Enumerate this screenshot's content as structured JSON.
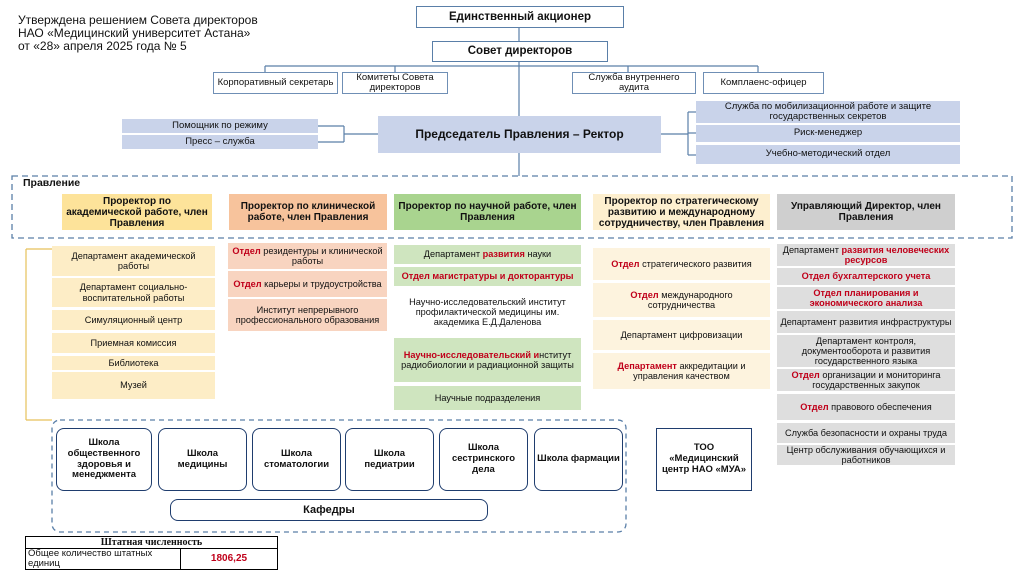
{
  "approval": {
    "line1": "Утверждена решением Совета директоров",
    "line2": "НАО «Медицинский университет Астана»",
    "line3": "от «28» апреля 2025 года № 5"
  },
  "top": {
    "shareholder": "Единственный акционер",
    "board": "Совет директоров"
  },
  "board_units": [
    "Корпоративный секретарь",
    "Комитеты Совета директоров",
    "Служба внутреннего аудита",
    "Комплаенс-офицер"
  ],
  "rector": "Председатель Правления – Ректор",
  "rector_left": [
    "Помощник по режиму",
    "Пресс – служба"
  ],
  "rector_right": [
    "Служба по мобилизационной работе и защите государственных секретов",
    "Риск-менеджер",
    "Учебно-методический отдел"
  ],
  "management_label": "Правление",
  "vice_rectors": [
    "Проректор по академической работе, член Правления",
    "Проректор по клинической работе, член Правления",
    "Проректор по научной работе, член Правления",
    "Проректор по стратегическому развитию и международному сотрудничеству, член Правления",
    "Управляющий Директор, член Правления"
  ],
  "col1": [
    "Департамент академической работы",
    "Департамент социально-воспитательной работы",
    "Симуляционный центр",
    "Приемная комиссия",
    "Библиотека",
    "Музей"
  ],
  "col2": [
    {
      "red": "Отдел",
      "rest": " резидентуры и клинической работы"
    },
    {
      "red": "Отдел",
      "rest": " карьеры и трудоустройства"
    },
    {
      "red": "",
      "rest": "Институт непрерывного профессионального образования"
    }
  ],
  "col3": [
    {
      "pre": "Департамент ",
      "red": "развития",
      "rest": " науки"
    },
    {
      "pre": "",
      "red": "Отдел магистратуры и докторантуры",
      "rest": ""
    },
    {
      "pre": "",
      "red": "",
      "rest": "Научно-исследовательский институт профилактической медицины им. академика Е.Д.Даленова"
    },
    {
      "pre": "",
      "red": "Научно-исследовательский и",
      "rest": "нститут радиобиологии и радиационной защиты"
    },
    {
      "pre": "",
      "red": "",
      "rest": "Научные подразделения"
    }
  ],
  "col4": [
    {
      "red": "Отдел",
      "rest": " стратегического развития"
    },
    {
      "red": "Отдел",
      "rest": " международного сотрудничества"
    },
    {
      "red": "",
      "rest": "Департамент цифровизации"
    },
    {
      "red": "Департамент",
      "rest": " аккредитации и управления качеством"
    }
  ],
  "col5": [
    {
      "pre": "Департамент ",
      "red": "развития человеческих ресурсов",
      "rest": ""
    },
    {
      "pre": "",
      "red": "Отдел бухгалтерского учета",
      "rest": ""
    },
    {
      "pre": "",
      "red": "Отдел планирования и экономического анализа",
      "rest": ""
    },
    {
      "pre": "",
      "red": "",
      "rest": "Департамент развития инфраструктуры"
    },
    {
      "pre": "",
      "red": "",
      "rest": "Департамент контроля, документооборота и развития государственного языка"
    },
    {
      "pre": "",
      "red": "Отдел",
      "rest": " организации и мониторинга государственных закупок"
    },
    {
      "pre": "",
      "red": "Отдел",
      "rest": " правового обеспечения"
    },
    {
      "pre": "",
      "red": "",
      "rest": "Служба безопасности и охраны труда"
    },
    {
      "pre": "",
      "red": "",
      "rest": "Центр обслуживания обучающихся и работников"
    }
  ],
  "schools": [
    "Школа общественного здоровья и менеджмента",
    "Школа медицины",
    "Школа стоматологии",
    "Школа педиатрии",
    "Школа сестринского дела",
    "Школа фармации"
  ],
  "departments_label": "Кафедры",
  "llp": "ТОО «Медицинский центр НАО «МУА»",
  "staff": {
    "title": "Штатная численность",
    "label": "Общее количество штатных единиц",
    "value": "1806,25"
  }
}
